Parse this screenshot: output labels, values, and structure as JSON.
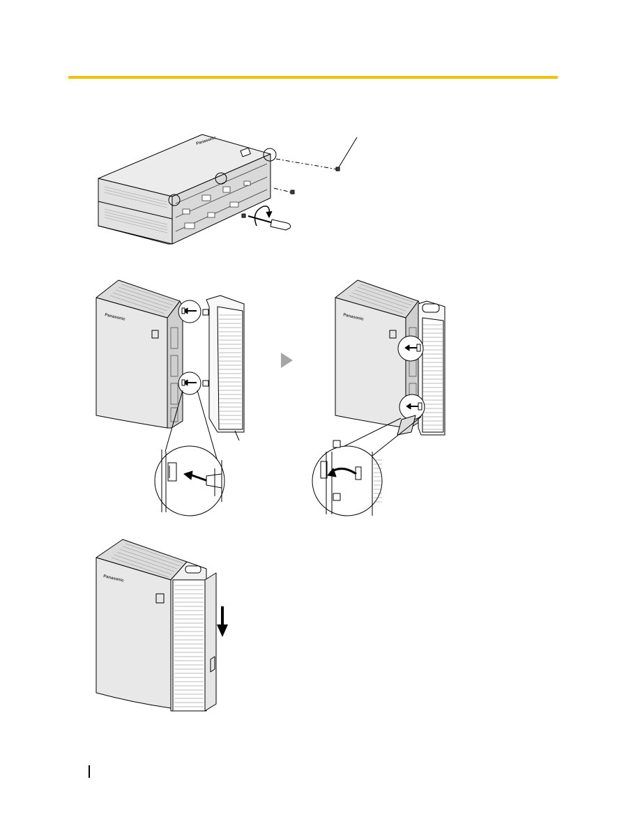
{
  "page": {
    "header_rule_color": "#f2c200"
  },
  "figures": {
    "fig1": {
      "brand": "Panasonic"
    },
    "fig2a": {
      "brand": "Panasonic"
    },
    "fig2b": {
      "brand": "Panasonic"
    },
    "fig3": {
      "brand": "Panasonic"
    }
  },
  "icons": {
    "step_arrow": "triangle-right-icon",
    "slide_down": "arrow-down-icon"
  },
  "colors": {
    "unit_body": "#e8e8e8",
    "unit_shade": "#cfcfcf",
    "line": "#000000"
  }
}
